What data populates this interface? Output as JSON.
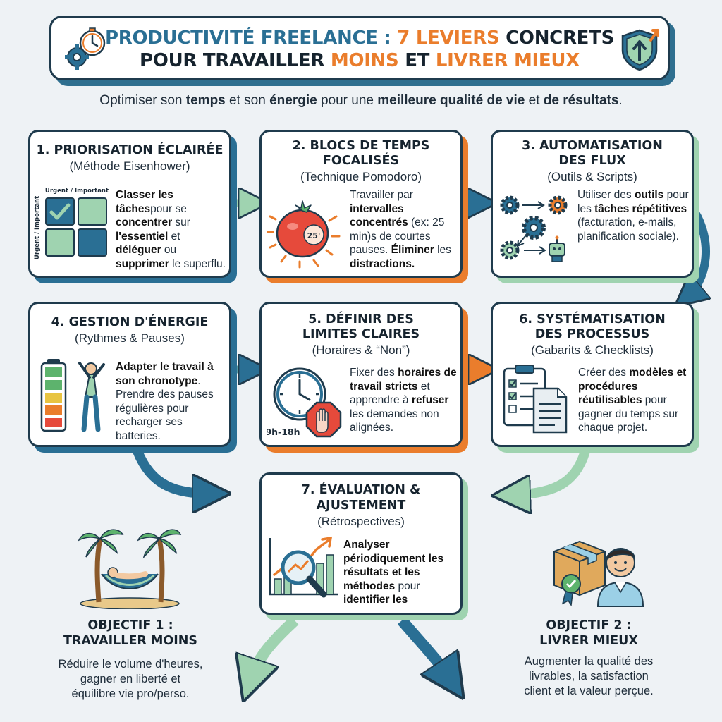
{
  "header": {
    "title_line1_part1": "PRODUCTIVITÉ FREELANCE : ",
    "title_line1_part2": "7 LEVIERS",
    "title_line1_part3": " CONCRETS",
    "title_line2_part1": "POUR TRAVAILLER ",
    "title_line2_part2": "MOINS",
    "title_line2_part3": " ET ",
    "title_line2_part4": "LIVRER MIEUX"
  },
  "subtitle": {
    "p1": "Optimiser son ",
    "b1": "temps",
    "p2": " et son ",
    "b2": "énergie",
    "p3": " pour une ",
    "b3": "meilleure qualité de vie",
    "p4": " et ",
    "b4": "de résultats",
    "p5": "."
  },
  "cards": [
    {
      "title_l1": "1. PRIORISATION ÉCLAIRÉE",
      "title_l2": "",
      "subtitle": "(Méthode Eisenhower)",
      "icon": "eisenhower-matrix-icon",
      "matrix_label_top": "Urgent / Important",
      "matrix_label_side": "Urgent / Important",
      "text": [
        {
          "b": "Classer les tâches"
        },
        {
          "t": "pour se "
        },
        {
          "b": "concentrer"
        },
        {
          "t": " sur "
        },
        {
          "b": "l'essentiel"
        },
        {
          "t": " et "
        },
        {
          "b": "déléguer"
        },
        {
          "t": " ou "
        },
        {
          "b": "supprimer"
        },
        {
          "t": " le superflu."
        }
      ]
    },
    {
      "title_l1": "2. BLOCS DE TEMPS",
      "title_l2": "FOCALISÉS",
      "subtitle": "(Technique Pomodoro)",
      "icon": "pomodoro-tomato-icon",
      "timer_label": "25'",
      "text": [
        {
          "t": "Travailler par "
        },
        {
          "b": "intervalles concentrés"
        },
        {
          "t": " (ex: 25 min)s de courtes pauses. "
        },
        {
          "b": "Éliminer"
        },
        {
          "t": " les "
        },
        {
          "b": "distractions."
        }
      ]
    },
    {
      "title_l1": "3. AUTOMATISATION",
      "title_l2": "DES FLUX",
      "subtitle": "(Outils & Scripts)",
      "icon": "gears-automation-icon",
      "text": [
        {
          "t": "Utiliser des "
        },
        {
          "b": "outils"
        },
        {
          "t": " pour les "
        },
        {
          "b": "tâches répétitives"
        },
        {
          "t": " (facturation, e-mails, planification sociale)."
        }
      ]
    },
    {
      "title_l1": "4. GESTION D'ÉNERGIE",
      "title_l2": "",
      "subtitle": "(Rythmes & Pauses)",
      "icon": "battery-stretch-icon",
      "text": [
        {
          "b": "Adapter le travail à son chronotype"
        },
        {
          "t": ". Prendre des pauses régulières pour recharger ses batteries."
        }
      ]
    },
    {
      "title_l1": "5. DÉFINIR DES",
      "title_l2": "LIMITES CLAIRES",
      "subtitle": "(Horaires & “Non”)",
      "icon": "clock-stop-icon",
      "clock_label": "9h-18h",
      "text": [
        {
          "t": "Fixer des "
        },
        {
          "b": "horaires de travail stricts"
        },
        {
          "t": " et apprendre à "
        },
        {
          "b": "refuser"
        },
        {
          "t": " les demandes non alignées."
        }
      ]
    },
    {
      "title_l1": "6. SYSTÉMATISATION",
      "title_l2": "DES PROCESSUS",
      "subtitle": "(Gabarits & Checklists)",
      "icon": "checklist-clipboard-icon",
      "text": [
        {
          "t": "Créer des "
        },
        {
          "b": "modèles et procédures réutilisables"
        },
        {
          "t": " pour gagner du temps sur chaque projet."
        }
      ]
    },
    {
      "title_l1": "7. ÉVALUATION &",
      "title_l2": "AJUSTEMENT",
      "subtitle": "(Rétrospectives)",
      "icon": "analytics-magnifier-icon",
      "text": [
        {
          "b": "Analyser périodiquement les résultats et les méthodes"
        },
        {
          "t": " pour "
        },
        {
          "b": "identifier les"
        }
      ]
    }
  ],
  "goals": [
    {
      "title_l1": "OBJECTIF 1 :",
      "title_l2": "TRAVAILLER MOINS",
      "icon": "hammock-palm-icon",
      "text_l1": "Réduire le volume d'heures,",
      "text_l2": "gagner en liberté et",
      "text_l3": "équilibre vie pro/perso."
    },
    {
      "title_l1": "OBJECTIF 2 :",
      "title_l2": "LIVRER MIEUX",
      "icon": "delivery-client-icon",
      "text_l1": "Augmenter la qualité des",
      "text_l2": "livrables, la satisfaction",
      "text_l3": "client et la valeur perçue."
    }
  ],
  "colors": {
    "blue": "#2a6f94",
    "orange": "#ea7d2c",
    "green": "#9fd3b0",
    "navy": "#1f3b4d"
  }
}
